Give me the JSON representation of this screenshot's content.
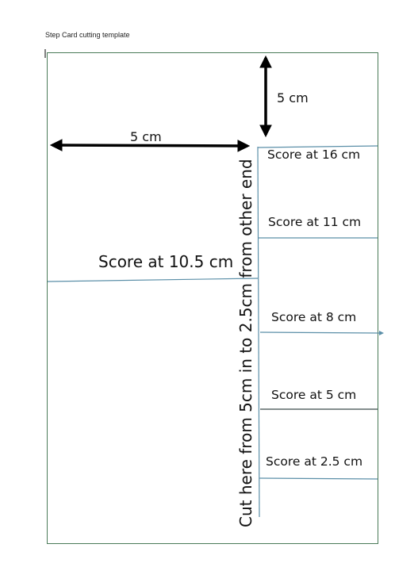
{
  "document": {
    "title": "Step Card cutting template"
  },
  "dimensions": {
    "vertical": "5 cm",
    "horizontal": "5 cm"
  },
  "score_lines": {
    "left": "Score at 10.5 cm",
    "right": [
      "Score at 16 cm",
      "Score at 11 cm",
      "Score at 8 cm",
      "Score at 5 cm",
      "Score at 2.5 cm"
    ]
  },
  "cut_line": {
    "label": "Cut here from 5cm in to 2.5cm from other end"
  },
  "colors": {
    "card_border": "#4a7a58",
    "score_line": "#5b8fa8",
    "cut_line": "#5b8fa8",
    "arrow": "#000000"
  }
}
